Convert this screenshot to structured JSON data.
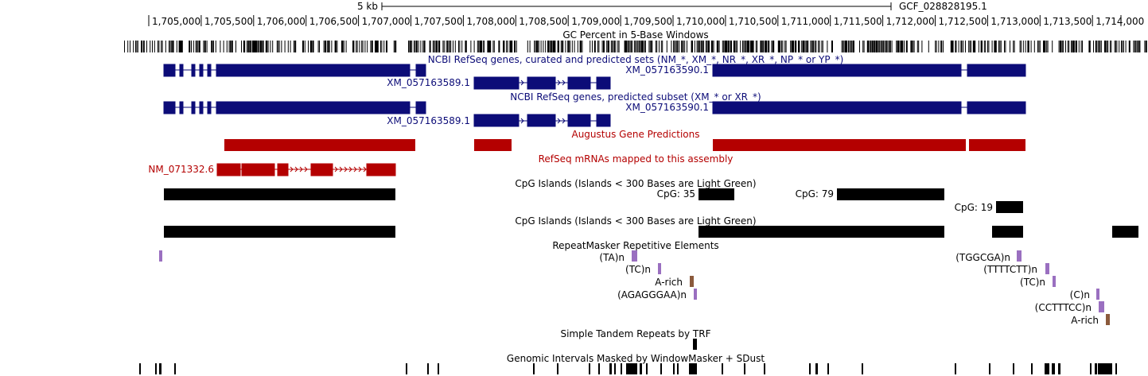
{
  "browser": {
    "scale_label": "5 kb",
    "assembly": "GCF_028828195.1",
    "ruler_labels": [
      "1,705,000",
      "1,705,500",
      "1,706,000",
      "1,706,500",
      "1,707,000",
      "1,707,500",
      "1,708,000",
      "1,708,500",
      "1,709,000",
      "1,709,500",
      "1,710,000",
      "1,710,500",
      "1,711,000",
      "1,711,500",
      "1,712,000",
      "1,712,500",
      "1,713,000",
      "1,713,500",
      "1,714,000"
    ]
  },
  "colors": {
    "refseq": "#0c0c78",
    "augustus": "#b40000",
    "mrna": "#b40000",
    "cpg": "#000000",
    "repeat_purple": "#9a6fc0",
    "repeat_brown": "#8b5a3c",
    "text": "#000000"
  },
  "tracks": {
    "gc_percent": {
      "title": "GC Percent in 5-Base Windows"
    },
    "refseq_all": {
      "title": "NCBI RefSeq genes, curated and predicted sets (NM_*, XM_*, NR_*, XR_*, NP_* or YP_*)",
      "gene_right": "XM_057163590.1",
      "gene_left": "XM_057163589.1"
    },
    "refseq_predicted": {
      "title": "NCBI RefSeq genes, predicted subset (XM_* or XR_*)",
      "gene_right": "XM_057163590.1",
      "gene_left": "XM_057163589.1"
    },
    "augustus": {
      "title": "Augustus Gene Predictions"
    },
    "refseq_mrna": {
      "title": "RefSeq mRNAs mapped to this assembly",
      "gene": "NM_071332.6"
    },
    "cpg1": {
      "title": "CpG Islands (Islands < 300 Bases are Light Green)",
      "islands": [
        "CpG: 35",
        "CpG: 79",
        "CpG: 19"
      ]
    },
    "cpg2": {
      "title": "CpG Islands (Islands < 300 Bases are Light Green)"
    },
    "repeatmasker": {
      "title": "RepeatMasker Repetitive Elements",
      "labels": [
        "(TA)n",
        "(TC)n",
        "A-rich",
        "(AGAGGGAA)n",
        "(TGGCGA)n",
        "(TTTTCTT)n",
        "(TC)n",
        "(C)n",
        "(CCTTTCC)n",
        "A-rich"
      ]
    },
    "trf": {
      "title": "Simple Tandem Repeats by TRF"
    },
    "windowmasker": {
      "title": "Genomic Intervals Masked by WindowMasker + SDust"
    }
  }
}
